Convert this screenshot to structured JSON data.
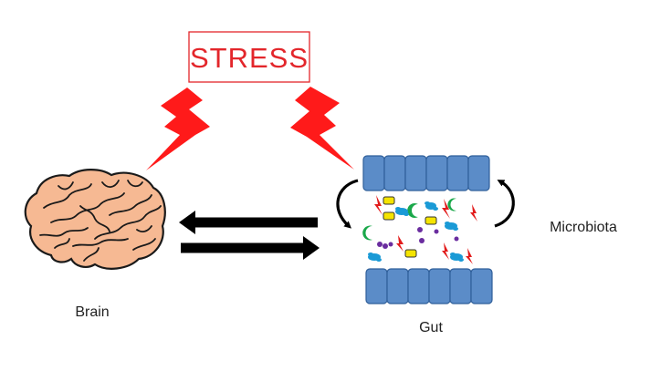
{
  "title_box": {
    "label": "STRESS"
  },
  "labels": {
    "brain": "Brain",
    "gut": "Gut",
    "microbiota": "Microbiota"
  },
  "colors": {
    "stress": "#e3262b",
    "lightning": "#ff1a1a",
    "brain_fill": "#f6b993",
    "brain_outline": "#1a1a1a",
    "gut_cell": "#5b8cc8",
    "gut_cell_stroke": "#2f5f9a",
    "arrow": "#000000",
    "microbe_yellow": "#f5e400",
    "microbe_green": "#1aa84a",
    "microbe_blue": "#1a9ad6",
    "microbe_purple": "#6a2d9f",
    "microbe_red": "#e21b1b"
  },
  "icons": [
    "lightning-bolt-icon",
    "brain-icon",
    "gut-epithelium-icon",
    "microbe-icon",
    "curved-arrow-icon"
  ]
}
